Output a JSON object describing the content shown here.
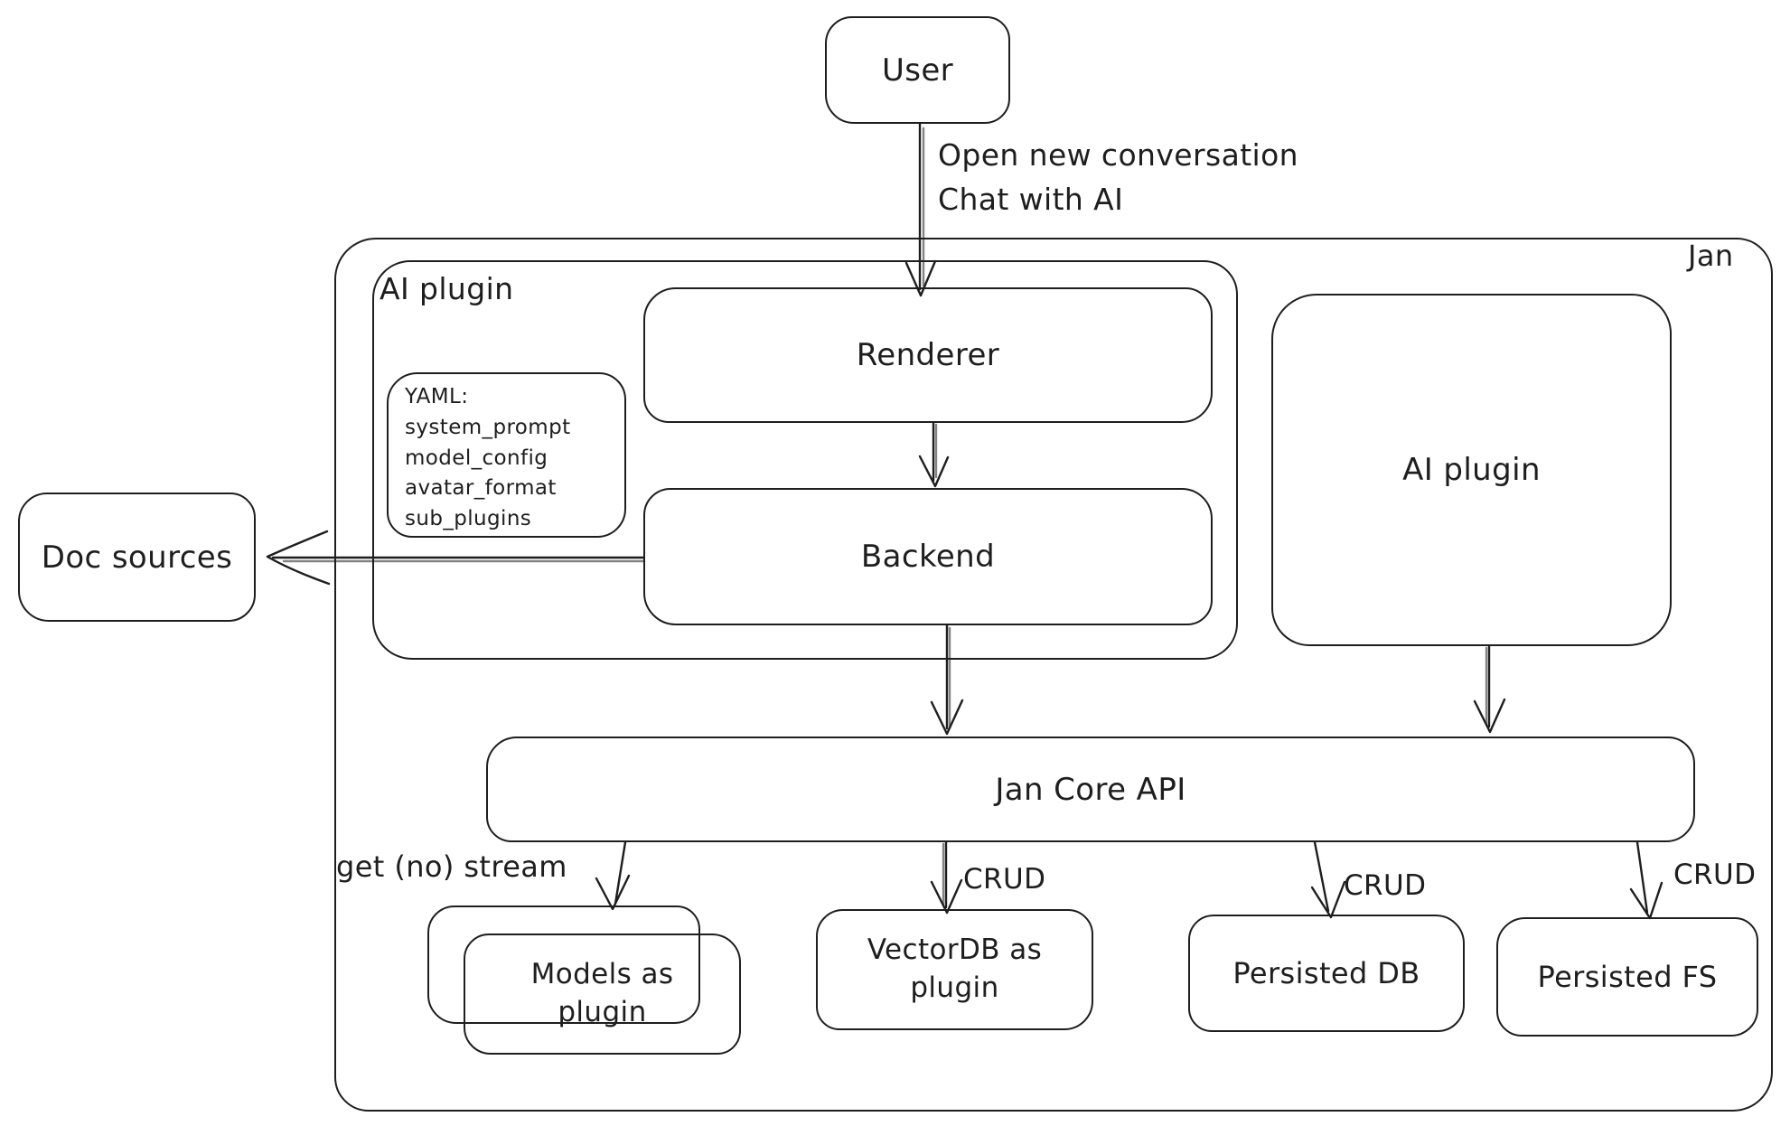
{
  "canvas": {
    "background": "#ffffff",
    "stroke_color": "#1e1e1e"
  },
  "nodes": {
    "user": {
      "label": "User"
    },
    "jan_container": {
      "label": "Jan"
    },
    "ai_plugin_container": {
      "label": "AI plugin"
    },
    "yaml_note": {
      "text": "YAML:\nsystem_prompt\nmodel_config\navatar_format\nsub_plugins"
    },
    "renderer": {
      "label": "Renderer"
    },
    "backend": {
      "label": "Backend"
    },
    "doc_sources": {
      "label": "Doc sources"
    },
    "ai_plugin_right": {
      "label": "AI plugin"
    },
    "jan_core_api": {
      "label": "Jan Core API"
    },
    "models_plugin": {
      "label": "Models as\nplugin"
    },
    "vectordb_plugin": {
      "label": "VectorDB as\nplugin"
    },
    "persisted_db": {
      "label": "Persisted DB"
    },
    "persisted_fs": {
      "label": "Persisted FS"
    }
  },
  "edges": {
    "user_to_renderer": {
      "label": "Open new conversation\nChat with AI"
    },
    "jan_core_api_to_models": {
      "label": "get (no) stream"
    },
    "jan_core_api_to_vectordb": {
      "label": "CRUD"
    },
    "jan_core_api_to_persisted_db": {
      "label": "CRUD"
    },
    "jan_core_api_to_persisted_fs": {
      "label": "CRUD"
    }
  }
}
